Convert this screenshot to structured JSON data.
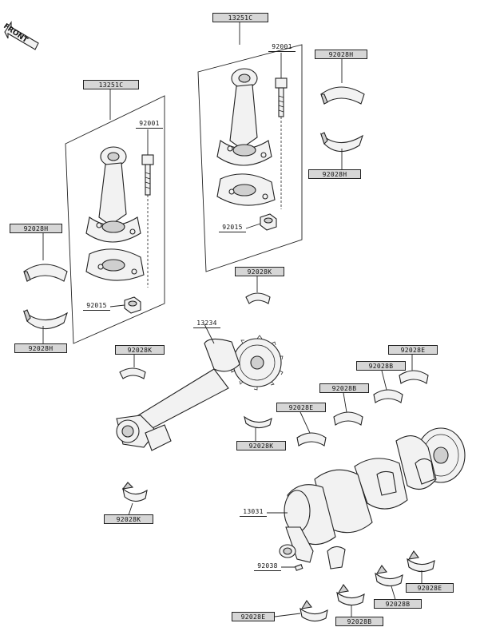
{
  "direction_label": "FRONT",
  "labels": {
    "rod_set_right": "13251C",
    "rod_set_left": "13251C",
    "bolt_right": "92001",
    "bolt_left": "92001",
    "nut_right": "92015",
    "nut_left": "92015",
    "bearing_right_top": "92028H",
    "bearing_right_bottom": "92028H",
    "bearing_left_top": "92028H",
    "bearing_left_bottom": "92028H",
    "balancer_shaft": "13234",
    "balancer_bearing_upper_right": "92028K",
    "balancer_bearing_upper_left": "92028K",
    "balancer_bearing_lower_left": "92028K",
    "balancer_bearing_bottom_left": "92028K",
    "main_bearing_1": "92028E",
    "main_bearing_2": "92028B",
    "main_bearing_3": "92028B",
    "main_bearing_4": "92028E",
    "crankshaft": "13031",
    "key": "92038",
    "lower_bearing_1": "92028E",
    "lower_bearing_2": "92028B",
    "lower_bearing_3": "92028B",
    "lower_bearing_4": "92028E"
  }
}
